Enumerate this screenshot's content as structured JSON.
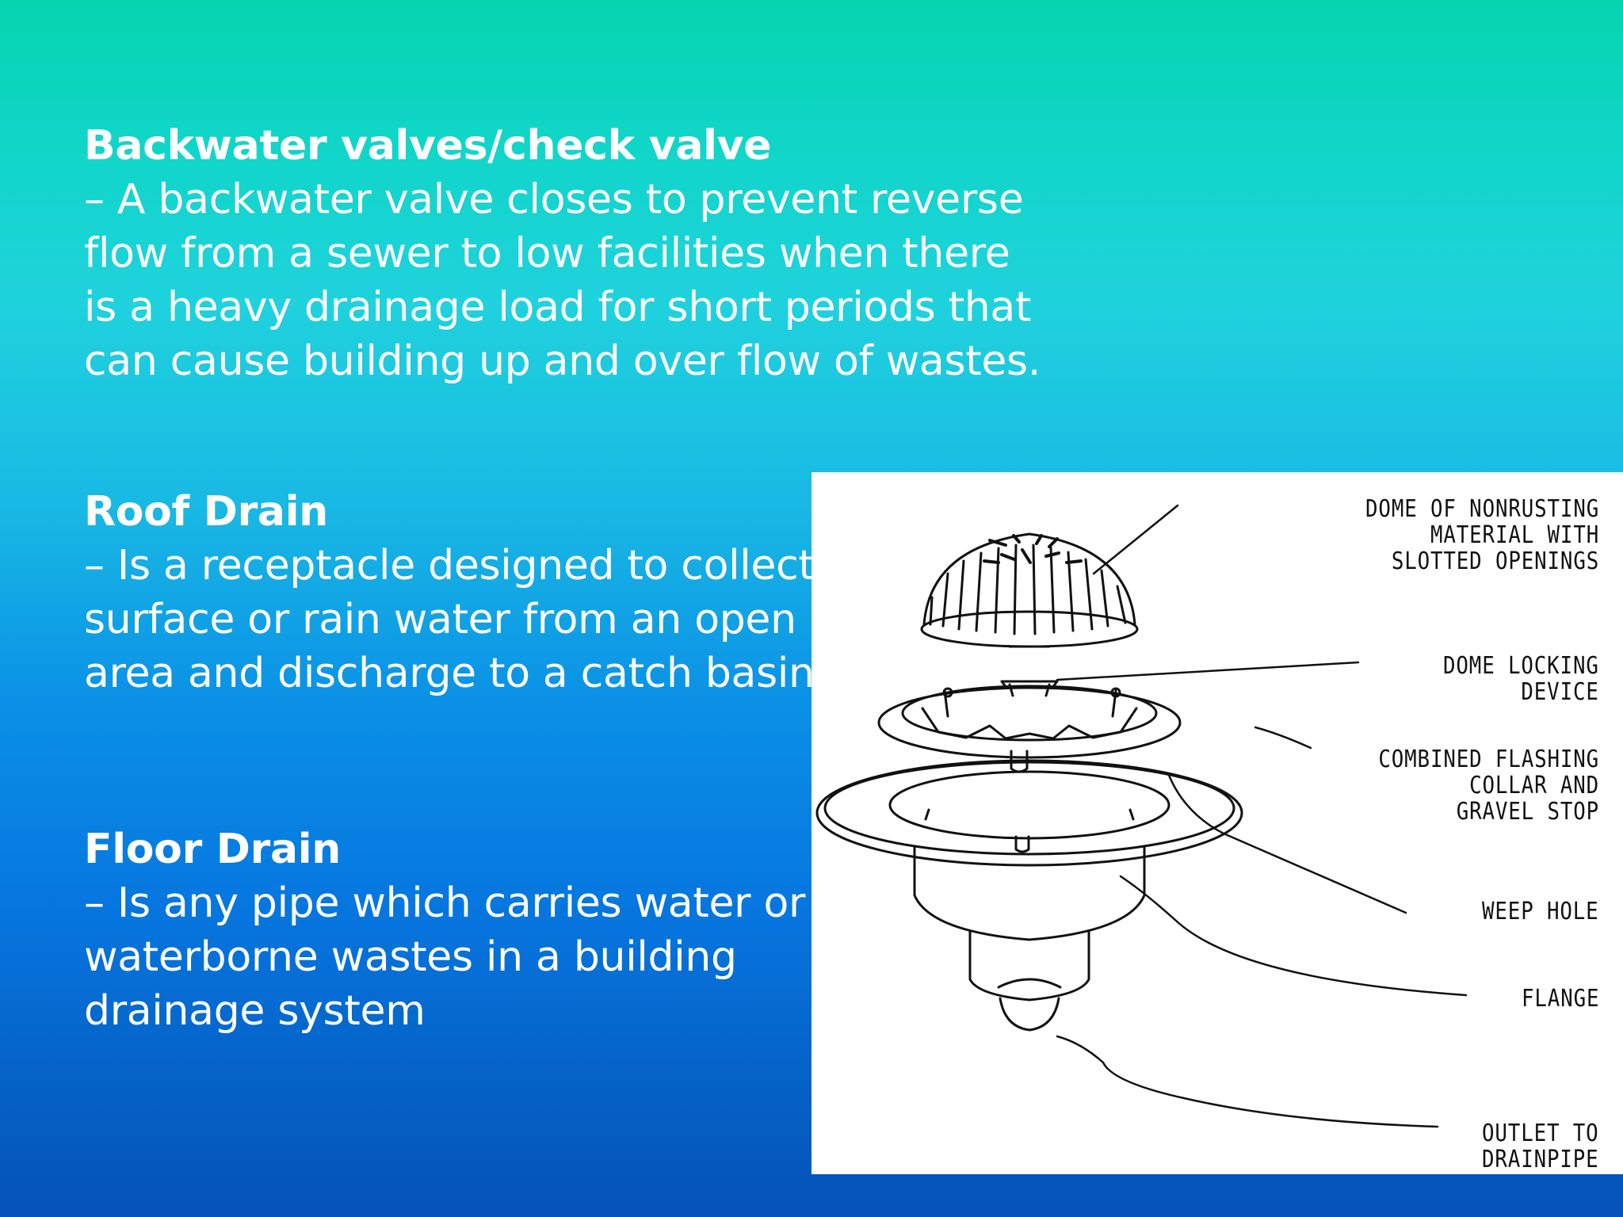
{
  "sections": {
    "backwater": {
      "heading": "Backwater valves/check valve",
      "lines": [
        "– A backwater valve closes to prevent reverse",
        "flow from a sewer to low facilities when there",
        "is a heavy drainage load for short periods that",
        "can cause building up and over flow of wastes."
      ]
    },
    "roof": {
      "heading": "Roof Drain",
      "lines": [
        "– Is a receptacle designed to collect",
        "surface or rain water from an open",
        "area and discharge to a catch basin"
      ]
    },
    "floor": {
      "heading": "Floor Drain",
      "lines": [
        "– Is any pipe which carries water or",
        "waterborne wastes in a building",
        "drainage system"
      ]
    }
  },
  "diagram": {
    "labels": {
      "dome": [
        "DOME OF NONRUSTING",
        "MATERIAL WITH",
        "SLOTTED OPENINGS"
      ],
      "locking": [
        "DOME LOCKING",
        "DEVICE"
      ],
      "flashing": [
        "COMBINED FLASHING",
        "COLLAR AND",
        "GRAVEL STOP"
      ],
      "weep": [
        "WEEP HOLE"
      ],
      "flange": [
        "FLANGE"
      ],
      "outlet": [
        "OUTLET TO",
        "DRAINPIPE"
      ]
    }
  }
}
